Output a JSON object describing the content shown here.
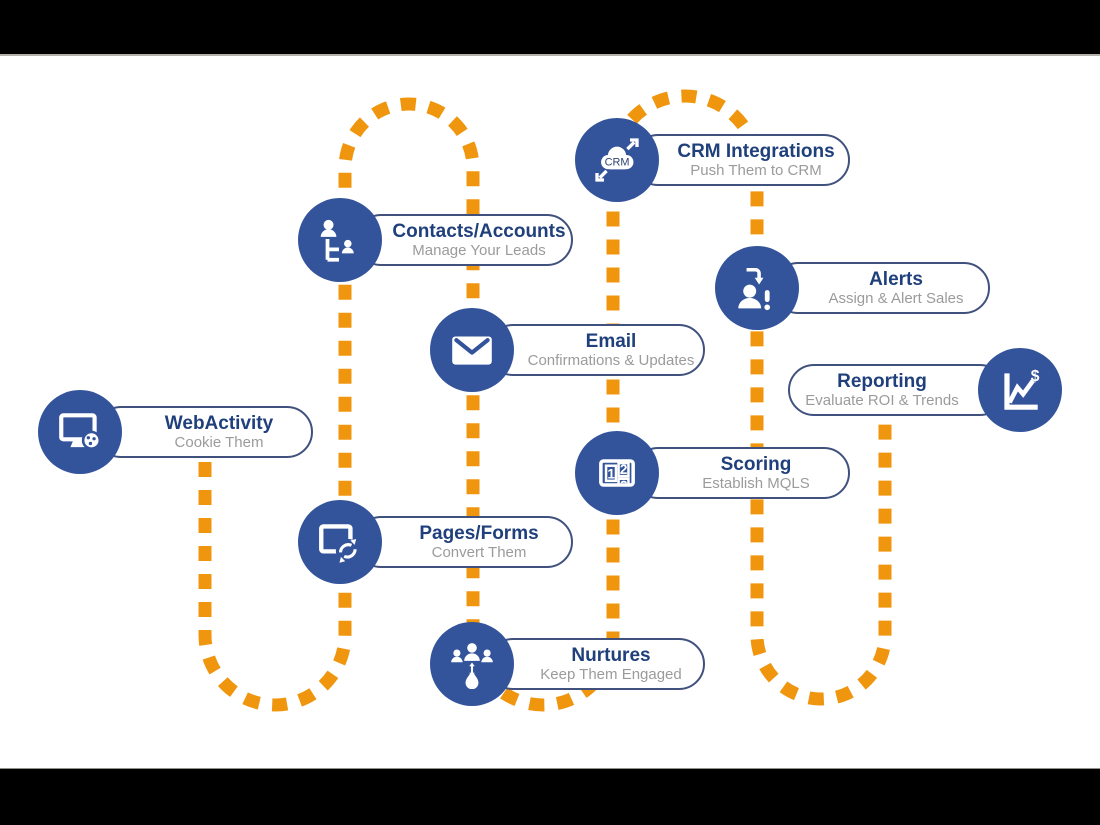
{
  "colors": {
    "background": "#000000",
    "panel_background": "#ffffff",
    "circle_blue": "#33549b",
    "title_navy": "#20407c",
    "subtitle_gray": "#9b9b9b",
    "dash_orange": "#f0960e",
    "pill_border": "#40517e"
  },
  "path": {
    "style": "dashed-orange-serpentine"
  },
  "nodes": {
    "webactivity": {
      "title": "WebActivity",
      "subtitle": "Cookie Them",
      "icon": "monitor-cookie-icon"
    },
    "contacts": {
      "title": "Contacts/Accounts",
      "subtitle": "Manage Your Leads",
      "icon": "org-chart-icon"
    },
    "email": {
      "title": "Email",
      "subtitle": "Confirmations & Updates",
      "icon": "envelope-icon"
    },
    "pages": {
      "title": "Pages/Forms",
      "subtitle": "Convert Them",
      "icon": "page-sync-icon"
    },
    "nurtures": {
      "title": "Nurtures",
      "subtitle": "Keep Them Engaged",
      "icon": "people-drip-icon"
    },
    "crm": {
      "title": "CRM Integrations",
      "subtitle": "Push Them to CRM",
      "icon": "crm-cloud-icon",
      "icon_text": "CRM"
    },
    "alerts": {
      "title": "Alerts",
      "subtitle": "Assign & Alert Sales",
      "icon": "assign-person-alert-icon"
    },
    "scoring": {
      "title": "Scoring",
      "subtitle": "Establish MQLS",
      "icon": "score-counter-icon",
      "icon_digit1": "1",
      "icon_digit2": "2"
    },
    "reporting": {
      "title": "Reporting",
      "subtitle": "Evaluate ROI & Trends",
      "icon": "chart-dollar-icon",
      "icon_text": "$"
    }
  }
}
